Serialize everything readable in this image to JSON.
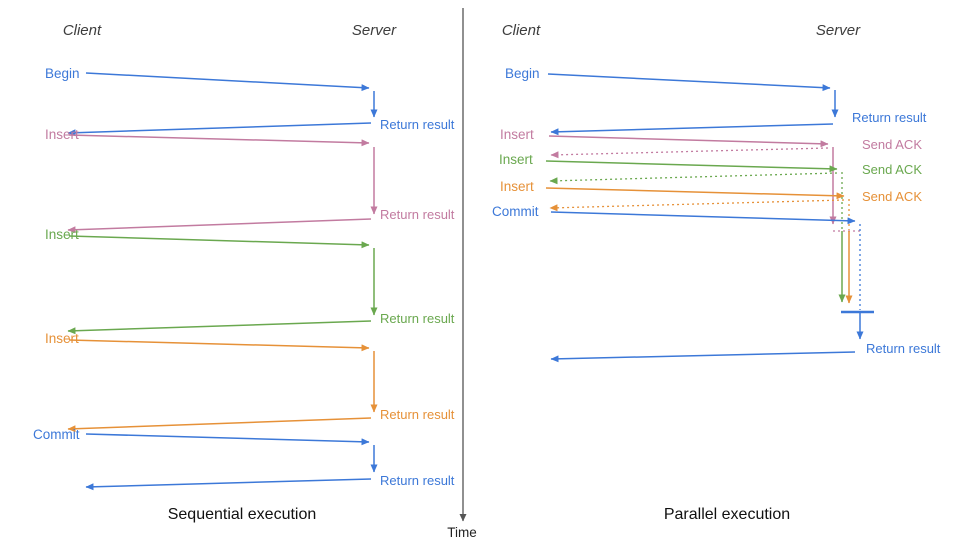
{
  "diagram": {
    "time_axis_label": "Time",
    "colors": {
      "blue": "#3c78d8",
      "pink": "#c27ba0",
      "green": "#6aa84f",
      "orange": "#e69138",
      "axis": "#555555",
      "caption": "#111111"
    },
    "sequential": {
      "caption": "Sequential execution",
      "client_header": "Client",
      "server_header": "Server",
      "steps": [
        {
          "op": "Begin",
          "color": "#3c78d8",
          "response": "Return result"
        },
        {
          "op": "Insert",
          "color": "#c27ba0",
          "response": "Return result"
        },
        {
          "op": "Insert",
          "color": "#6aa84f",
          "response": "Return result"
        },
        {
          "op": "Insert",
          "color": "#e69138",
          "response": "Return result"
        },
        {
          "op": "Commit",
          "color": "#3c78d8",
          "response": "Return result"
        }
      ]
    },
    "parallel": {
      "caption": "Parallel execution",
      "client_header": "Client",
      "server_header": "Server",
      "steps": [
        {
          "op": "Begin",
          "color": "#3c78d8",
          "response": "Return result"
        },
        {
          "op": "Insert",
          "color": "#c27ba0",
          "response": "Send ACK"
        },
        {
          "op": "Insert",
          "color": "#6aa84f",
          "response": "Send ACK"
        },
        {
          "op": "Insert",
          "color": "#e69138",
          "response": "Send ACK"
        },
        {
          "op": "Commit",
          "color": "#3c78d8",
          "response": "Return result"
        }
      ]
    }
  }
}
